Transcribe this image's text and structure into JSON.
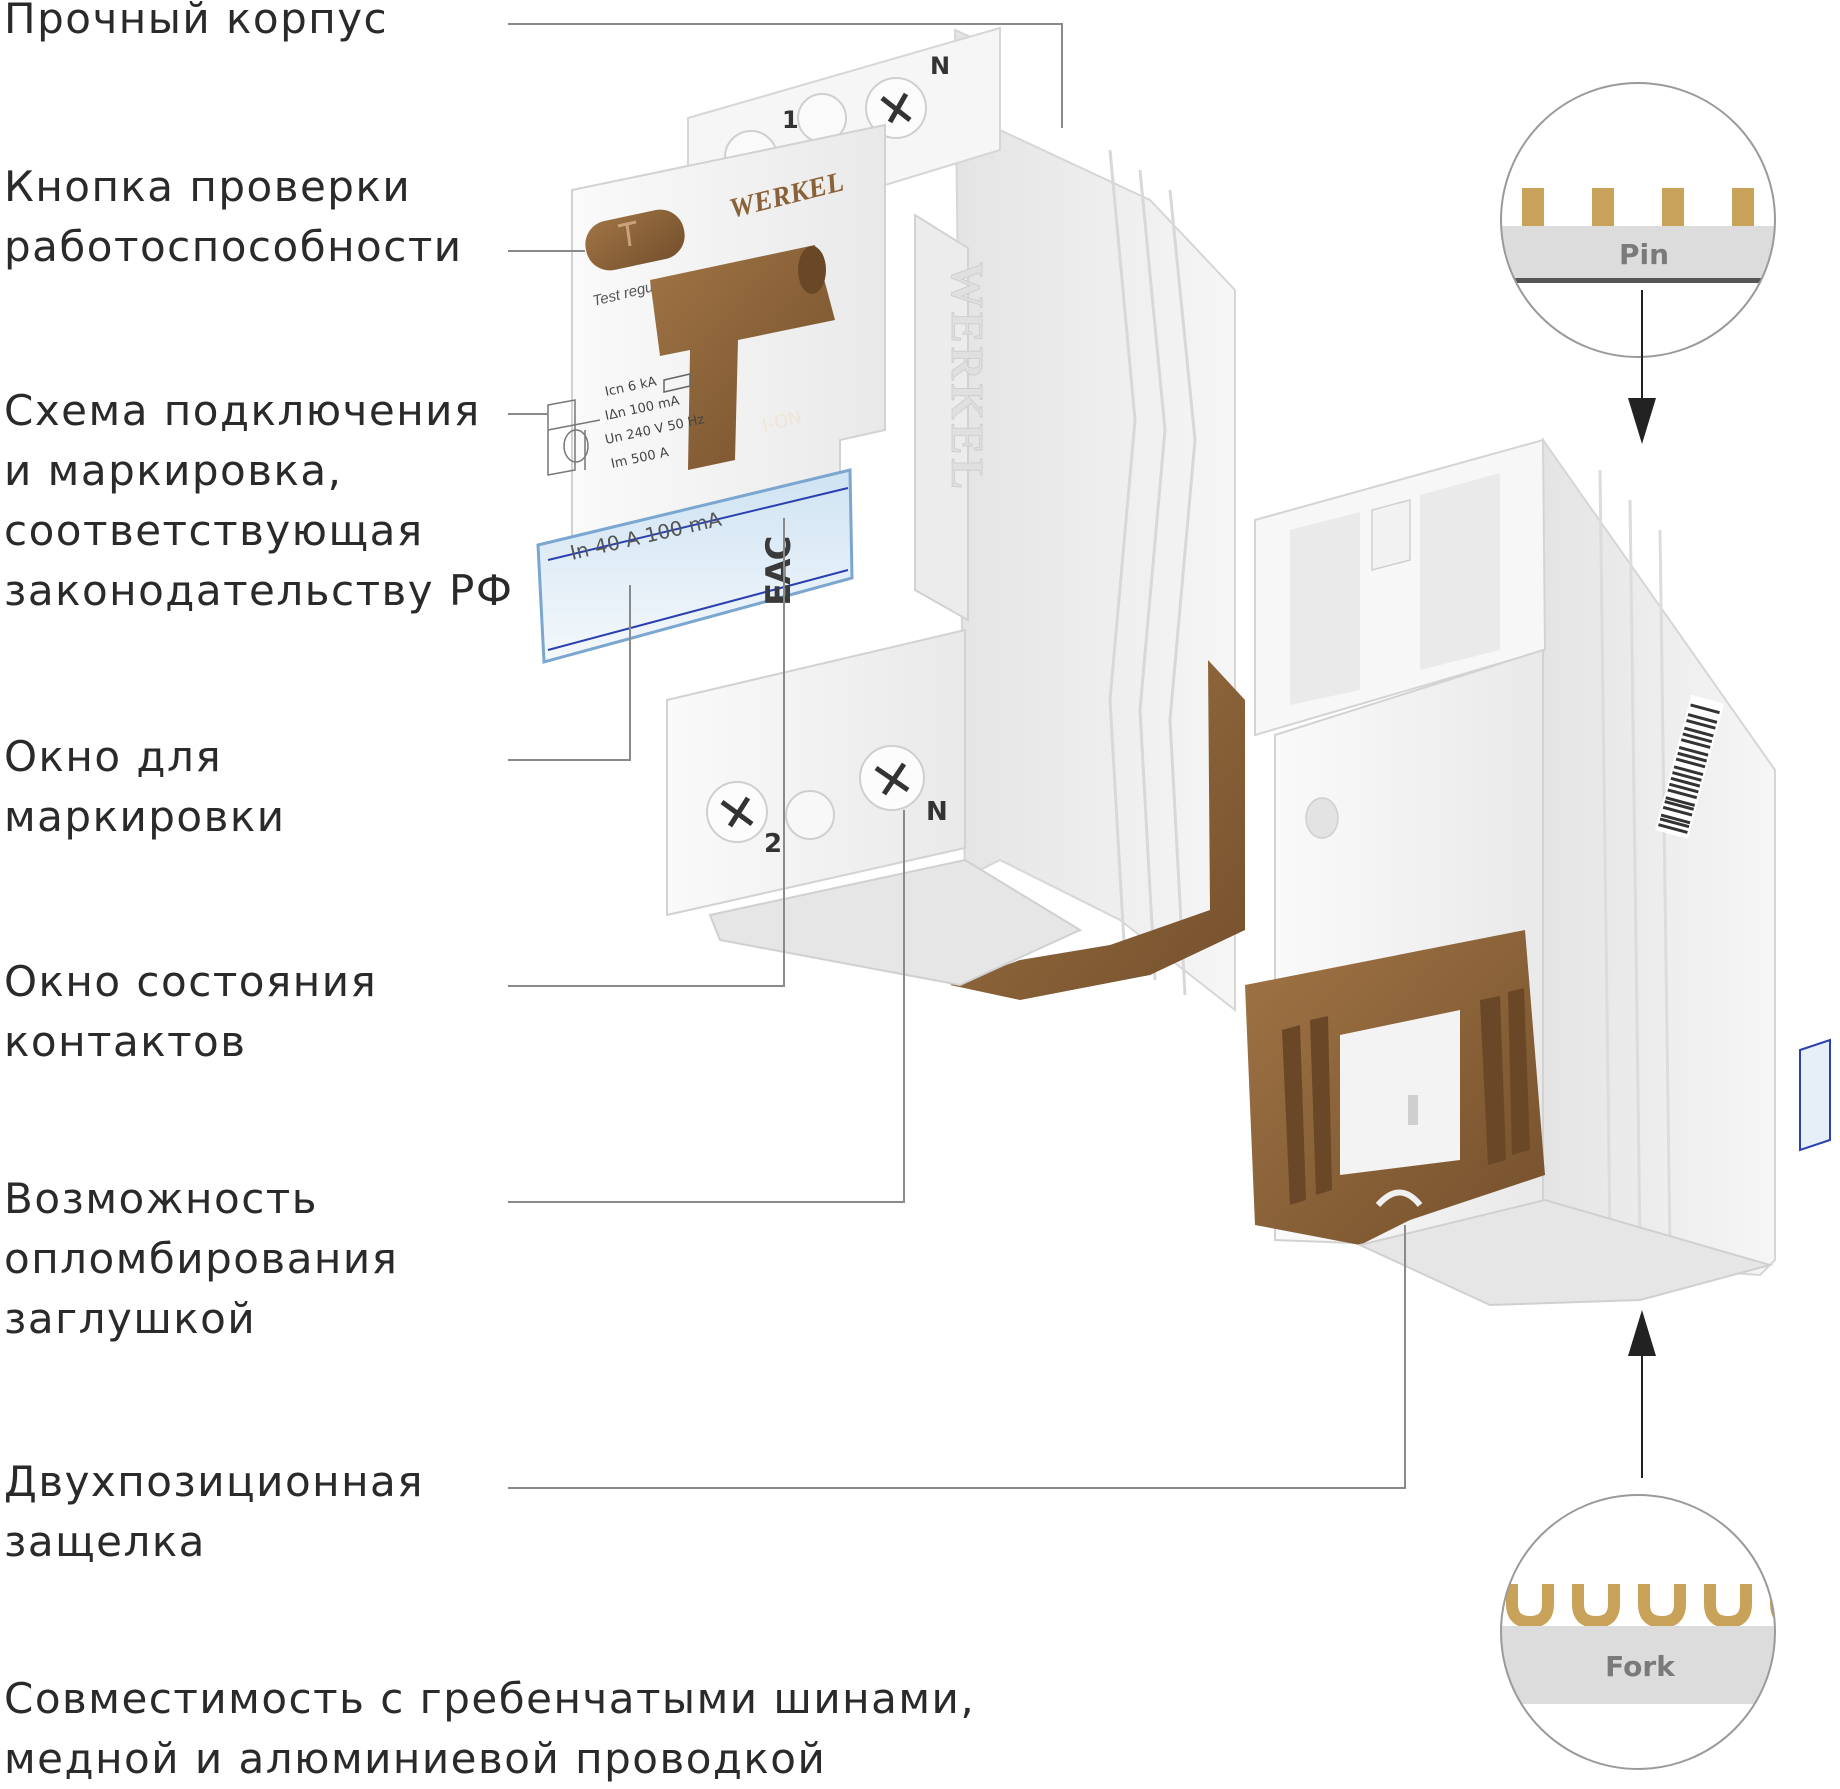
{
  "features": [
    {
      "id": "housing",
      "lines": [
        "Прочный корпус"
      ]
    },
    {
      "id": "test-button",
      "lines": [
        "Кнопка проверки",
        "работоспособности"
      ]
    },
    {
      "id": "wiring-diagram",
      "lines": [
        "Схема подключения",
        "и маркировка,",
        "соответствующая",
        "законодательству РФ"
      ]
    },
    {
      "id": "marking-window",
      "lines": [
        "Окно для",
        "маркировки"
      ]
    },
    {
      "id": "contact-status-window",
      "lines": [
        "Окно состояния",
        "контактов"
      ]
    },
    {
      "id": "sealing",
      "lines": [
        "Возможность",
        "опломбирования",
        "заглушкой"
      ]
    },
    {
      "id": "latch",
      "lines": [
        "Двухпозиционная",
        "защелка"
      ]
    },
    {
      "id": "busbar-compat",
      "lines": [
        "Совместимость с гребенчатыми шинами,",
        "медной и алюминиевой проводкой"
      ]
    }
  ],
  "device": {
    "brand": "WERKEL",
    "test_label": "Test regularly",
    "lever_label": "I-ON",
    "terminal_top_1": "1",
    "terminal_top_n": "N",
    "terminal_bottom_2": "2",
    "terminal_bottom_n": "N",
    "rating_label": "In 40 A 100 mA",
    "specs": [
      "Icn 6 kA",
      "IΔn 100 mA",
      "Un 240 V 50 Hz",
      "Im 500 A"
    ],
    "eac_mark": "EAC",
    "side_brand": "WERKEL"
  },
  "busbars": {
    "pin_label": "Pin",
    "fork_label": "Fork"
  },
  "colors": {
    "leader_line": "#8a8a8a",
    "bronze": "#8b6238",
    "brass": "#c9a25a",
    "housing": "#f1f1f1",
    "bar": "#dcdcdc"
  }
}
